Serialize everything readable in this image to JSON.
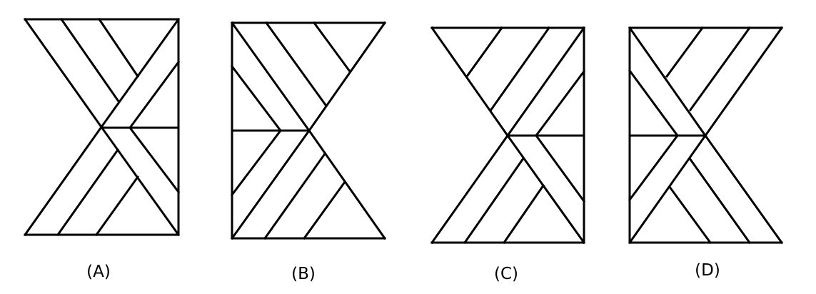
{
  "options": [
    {
      "label": "(A)"
    },
    {
      "label": "(B)"
    },
    {
      "label": "(C)"
    },
    {
      "label": "(D)"
    }
  ],
  "colors": {
    "stroke": "#000000",
    "background": "#ffffff"
  }
}
